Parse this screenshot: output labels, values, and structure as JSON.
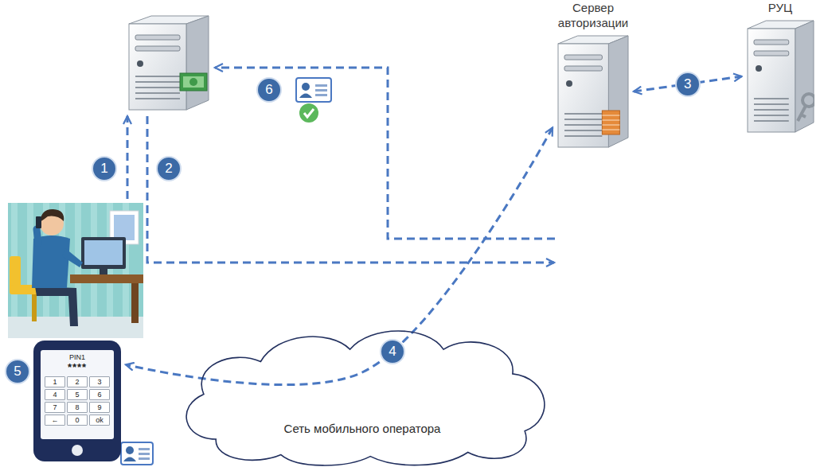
{
  "diagram": {
    "nodes": [
      {
        "text": [
          "Сервер авторизации"
        ]
      },
      {
        "text": [
          "РУЦ"
        ]
      },
      {
        "text": [
          "Сеть мобильного оператора"
        ]
      },
      {
        "text": [
          "PIN1",
          "****",
          "1",
          "2",
          "3",
          "4",
          "5",
          "6",
          "7",
          "8",
          "9",
          "←",
          "0",
          "ok"
        ]
      }
    ],
    "edges": [
      {
        "from": 0,
        "to": 1,
        "label": "3",
        "arrow": "both"
      },
      {
        "from": 0,
        "to": 3,
        "label": "4",
        "arrow": "both"
      }
    ],
    "labels": [
      "1",
      "2",
      "5",
      "6"
    ]
  }
}
